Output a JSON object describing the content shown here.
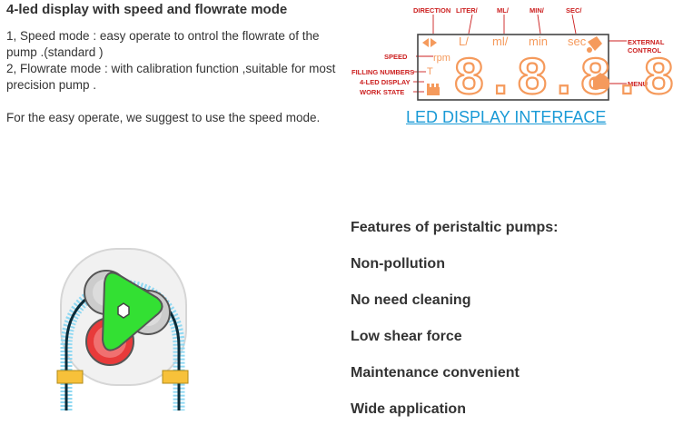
{
  "heading": "4-led display with speed and flowrate mode",
  "desc": {
    "line1": "1, Speed mode : easy operate to ontrol the flowrate of the pump .(standard )",
    "line2": "2, Flowrate mode : with calibration function ,suitable for most precision pump .",
    "line3": "For the easy operate, we suggest to use the speed mode."
  },
  "led": {
    "top_labels": [
      "DIRECTION",
      "LITER/",
      "ML/",
      "MIN/",
      "SEC/"
    ],
    "left_labels": [
      "SPEED",
      "FILLING NUMBERS",
      "4-LED DISPLAY",
      "WORK STATE"
    ],
    "right_labels": [
      "EXTERNAL",
      "CONTROL",
      "MENU"
    ],
    "units": [
      "L/",
      "ml/",
      "min",
      "sec"
    ],
    "rpm": "rpm",
    "t_symbol": "T",
    "digits": "8.8.8.8",
    "caption": "LED DISPLAY INTERFACE",
    "colors": {
      "label": "#cc1f1f",
      "segment": "#f59a5c",
      "frame": "#444444",
      "caption": "#1a9ad6"
    }
  },
  "features": {
    "title": "Features of peristaltic pumps:",
    "items": [
      "Non-pollution",
      "No need cleaning",
      "Low shear force",
      "Maintenance convenient",
      "Wide application"
    ]
  },
  "pump": {
    "colors": {
      "tube": "#8fd8f2",
      "rotor": "#33e033",
      "roller_red": "#e83a3a",
      "roller_grey": "#cccccc",
      "fitting": "#f7c13a"
    }
  }
}
